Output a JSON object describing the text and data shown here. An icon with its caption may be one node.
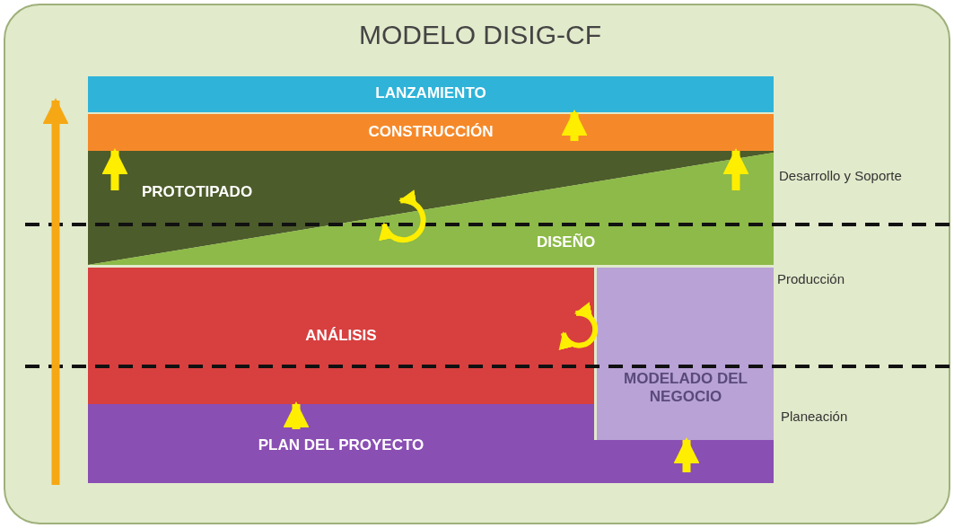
{
  "diagram": {
    "title": "MODELO DISIG-CF",
    "nodes": [
      {
        "text": [
          "LANZAMIENTO"
        ]
      },
      {
        "text": [
          "CONSTRUCCIÓN"
        ]
      },
      {
        "text": [
          "PROTOTIPADO"
        ]
      },
      {
        "text": [
          "DISEÑO"
        ]
      },
      {
        "text": [
          "ANÁLISIS"
        ]
      },
      {
        "text": [
          "MODELADO DEL NEGOCIO"
        ]
      },
      {
        "text": [
          "PLAN DEL PROYECTO"
        ]
      }
    ],
    "edges": [
      {
        "from": 1,
        "to": 0,
        "arrow": "to"
      },
      {
        "from": 2,
        "to": 1,
        "arrow": "to"
      },
      {
        "from": 3,
        "to": 1,
        "arrow": "to"
      },
      {
        "from": 2,
        "to": 3,
        "arrow": "both"
      },
      {
        "from": 4,
        "to": 5,
        "arrow": "both"
      },
      {
        "from": 6,
        "to": 4,
        "arrow": "to"
      },
      {
        "from": 6,
        "to": 5,
        "arrow": "to"
      }
    ],
    "labels": [
      "Desarrollo y Soporte",
      "Producción",
      "Planeación"
    ]
  }
}
